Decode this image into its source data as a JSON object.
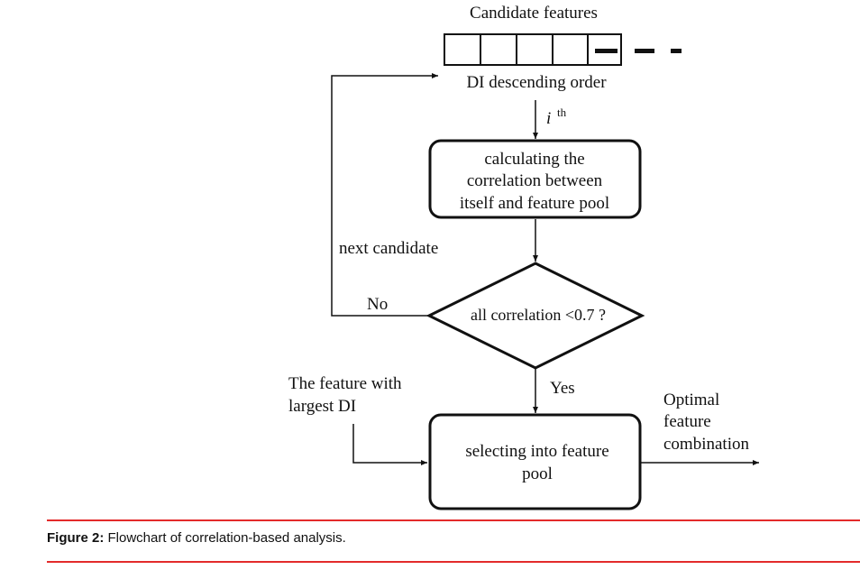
{
  "diagram": {
    "candidate_features_label": "Candidate features",
    "order_label": "DI descending order",
    "ith_label_base": "i",
    "ith_label_sup": "th",
    "calc_box_lines": [
      "calculating the",
      "correlation between",
      "itself and feature pool"
    ],
    "next_candidate_label": "next candidate",
    "no_label": "No",
    "decision_label": "all correlation <0.7 ?",
    "yes_label": "Yes",
    "largest_di_lines": [
      "The feature with",
      "largest DI"
    ],
    "select_box_lines": [
      "selecting into feature",
      "pool"
    ],
    "output_lines": [
      "Optimal",
      "feature",
      "combination"
    ]
  },
  "caption": {
    "label": "Figure 2:",
    "text": " Flowchart of correlation-based analysis."
  }
}
